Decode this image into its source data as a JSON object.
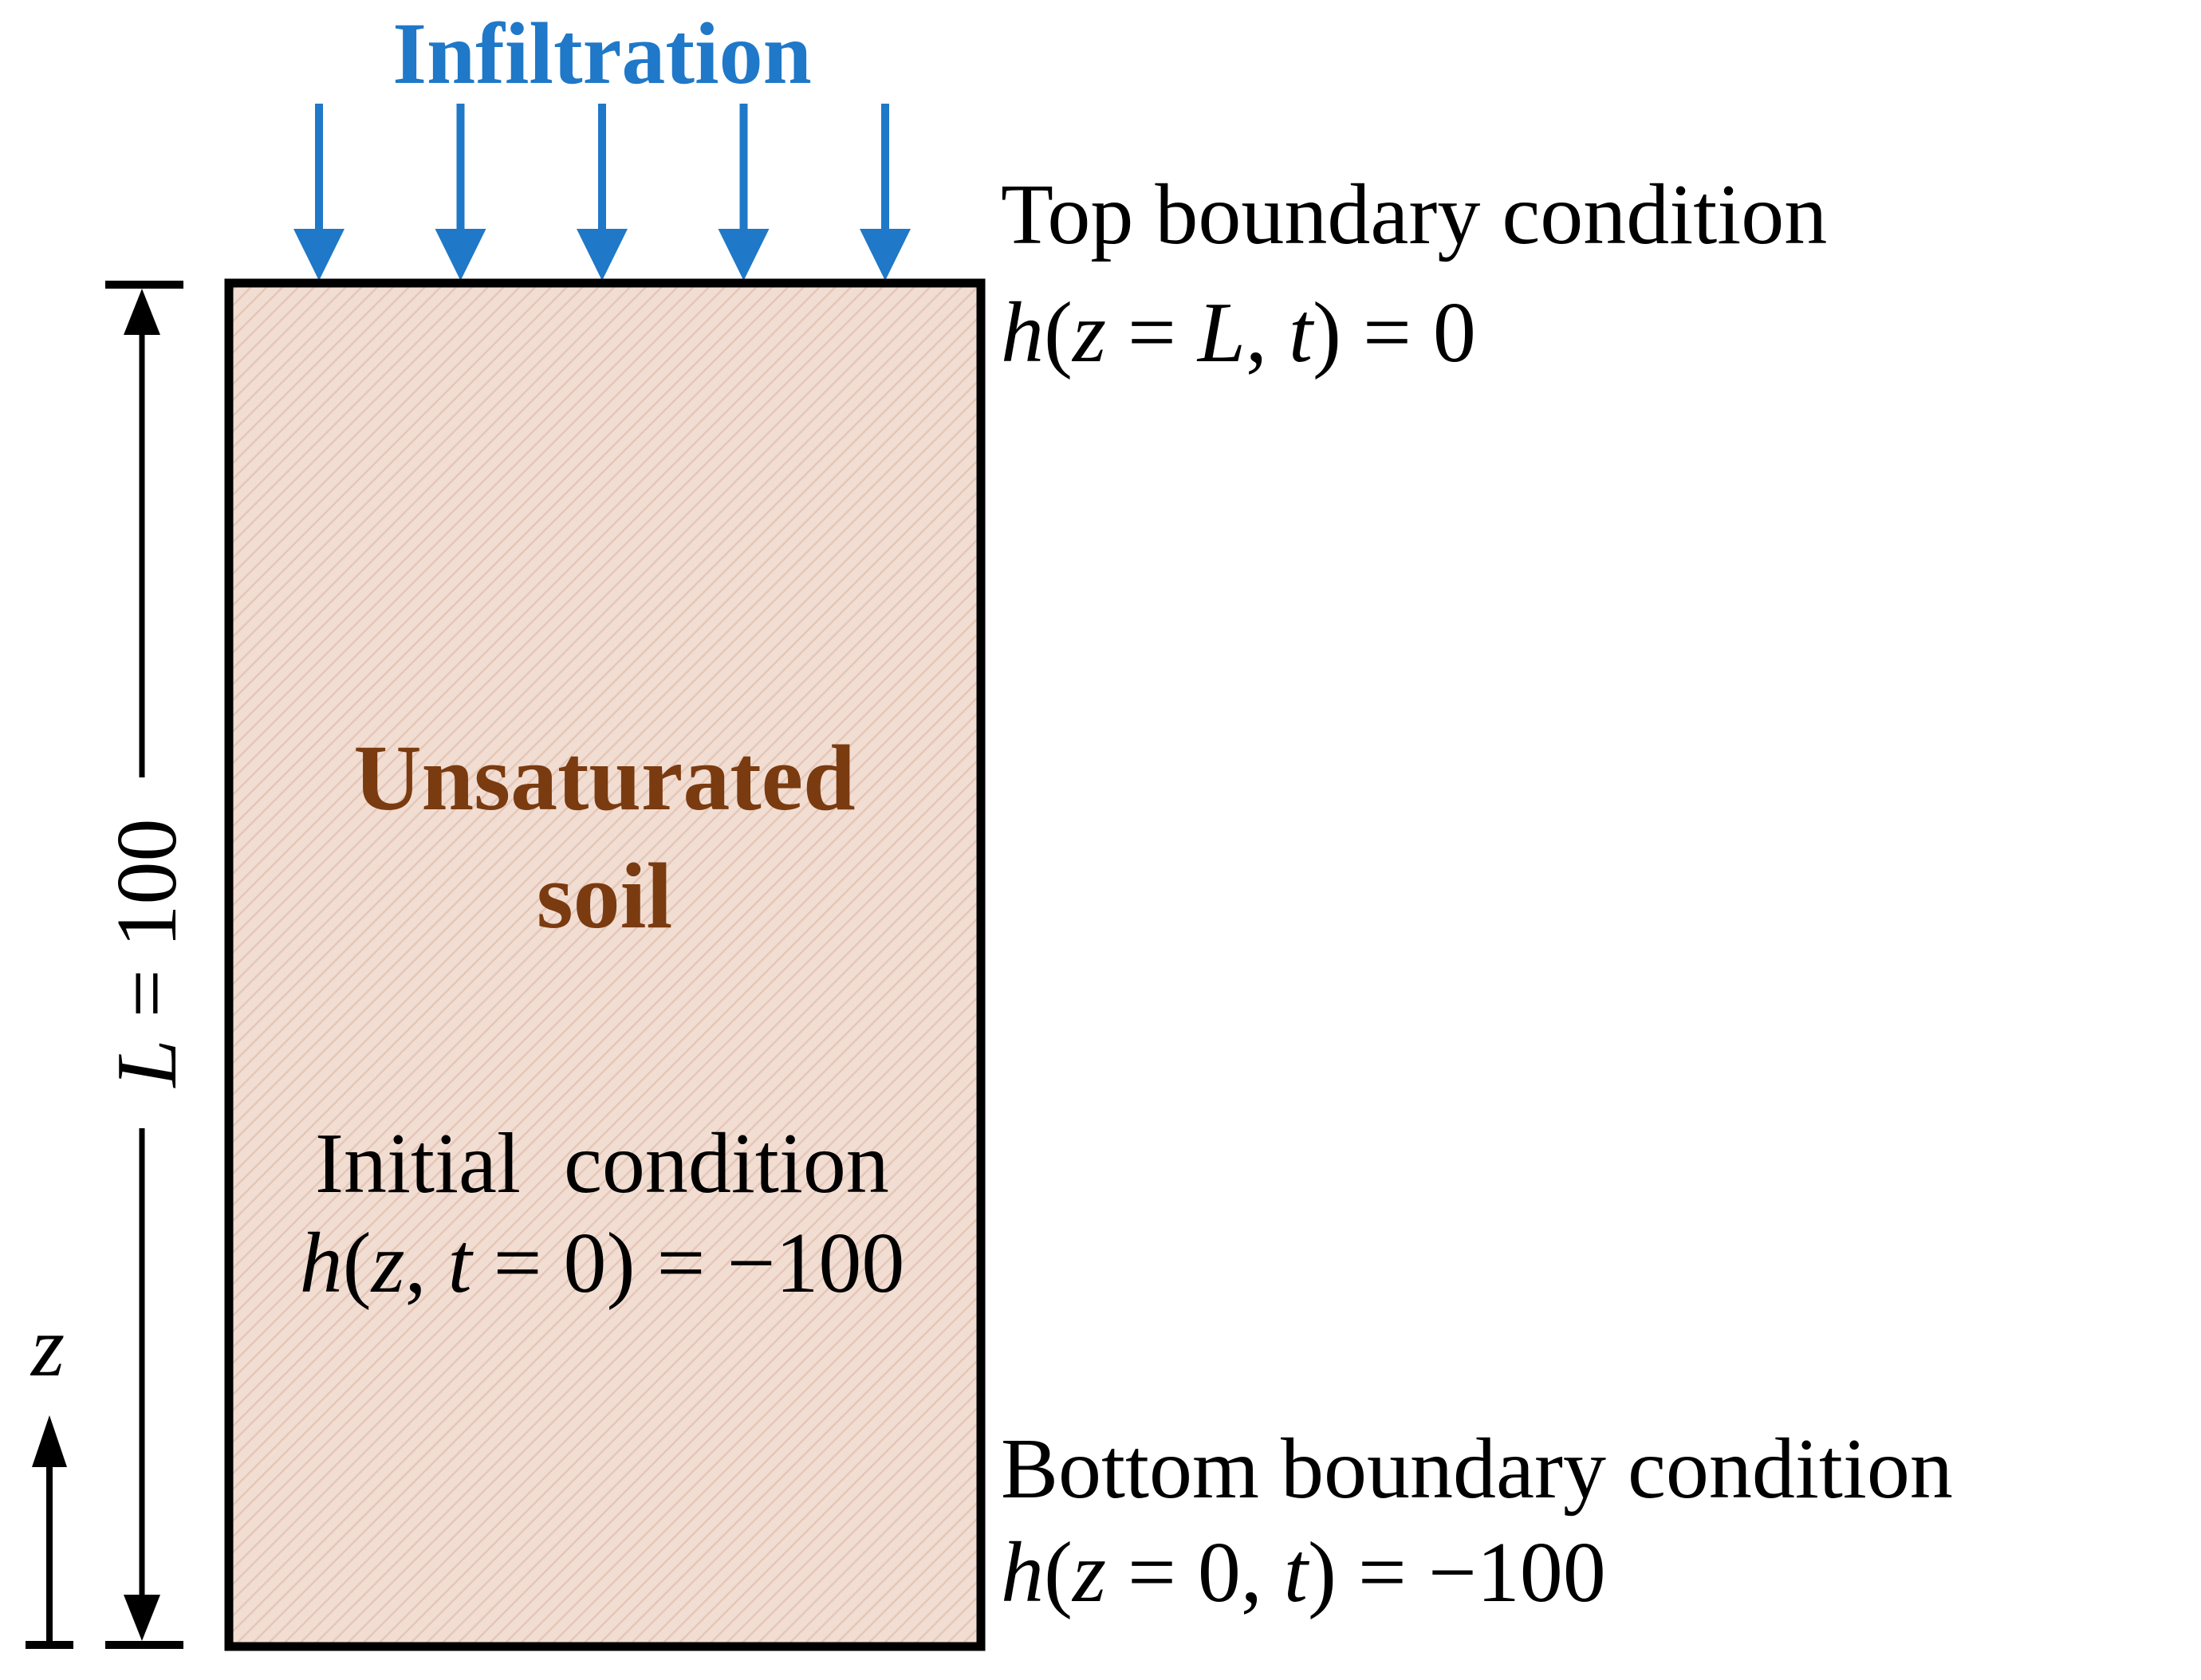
{
  "infiltration": {
    "label": "Infiltration",
    "arrow_count": 5,
    "color": "#1f78c8"
  },
  "soil": {
    "line1": "Unsaturated",
    "line2": "soil",
    "text_color": "#7a3b10",
    "fill_color": "#f2ddd2",
    "hatch_color": "#e4c7b8"
  },
  "top_boundary": {
    "title": "Top boundary condition",
    "eq": {
      "h": "h",
      "open": "(",
      "z": "z",
      "eq1": " = ",
      "L": "L",
      "comma": ", ",
      "t": "t",
      "close": ")",
      "rhs": " = 0"
    }
  },
  "bottom_boundary": {
    "title": "Bottom boundary condition",
    "eq": {
      "h": "h",
      "open": "(",
      "z": "z",
      "eq1": " = 0, ",
      "t": "t",
      "close": ")",
      "rhs": " = −100"
    }
  },
  "initial": {
    "title": "Initial  condition",
    "eq": {
      "h": "h",
      "open": "(",
      "z": "z",
      "comma": ", ",
      "t": "t",
      "eq1": " = 0",
      "close": ")",
      "rhs": " = −100"
    }
  },
  "length_label": {
    "L": "L",
    "rest": " = 100"
  },
  "z_axis_label": "z",
  "line_color": "#000000"
}
